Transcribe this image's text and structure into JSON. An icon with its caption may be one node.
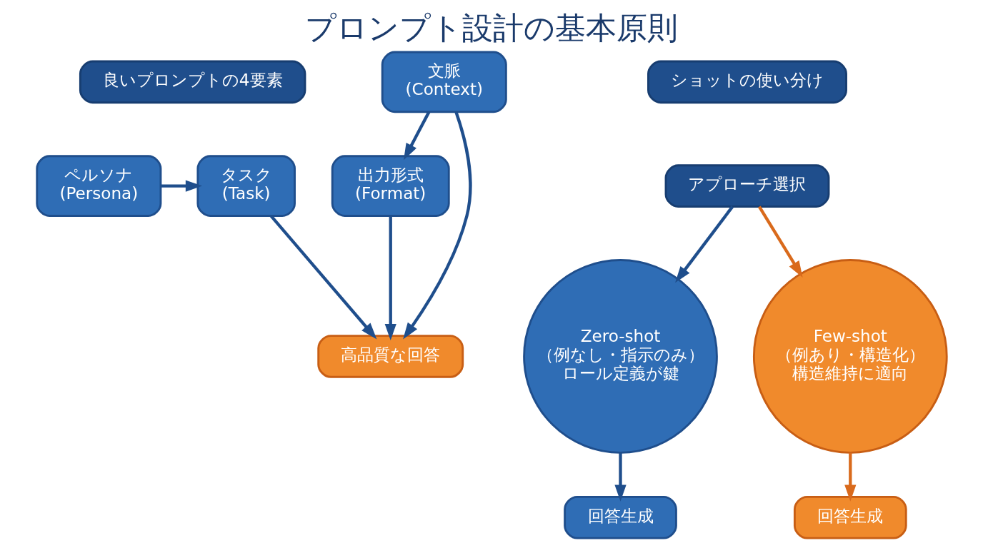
{
  "diagram": {
    "title": "プロンプト設計の基本原則",
    "nodes": [
      {
        "text": [
          "良いプロンプトの4要素"
        ]
      },
      {
        "text": [
          "ペルソナ",
          "(Persona)"
        ]
      },
      {
        "text": [
          "タスク",
          "(Task)"
        ]
      },
      {
        "text": [
          "文脈",
          "(Context)"
        ]
      },
      {
        "text": [
          "出力形式",
          "(Format)"
        ]
      },
      {
        "text": [
          "高品質な回答"
        ]
      },
      {
        "text": [
          "ショットの使い分け"
        ]
      },
      {
        "text": [
          "アプローチ選択"
        ]
      },
      {
        "text": [
          "Zero-shot",
          "（例なし・指示のみ）",
          "ロール定義が鍵"
        ]
      },
      {
        "text": [
          "Few-shot",
          "（例あり・構造化）",
          "構造維持に適向"
        ]
      },
      {
        "text": [
          "回答生成"
        ]
      },
      {
        "text": [
          "回答生成"
        ]
      }
    ],
    "edges": [
      {
        "from": 1,
        "to": 2,
        "arrow": "to"
      },
      {
        "from": 2,
        "to": 5,
        "arrow": "to"
      },
      {
        "from": 3,
        "to": 5,
        "arrow": "to"
      },
      {
        "from": 3,
        "to": 4,
        "arrow": "to"
      },
      {
        "from": 4,
        "to": 5,
        "arrow": "to"
      },
      {
        "from": 7,
        "to": 8,
        "arrow": "to"
      },
      {
        "from": 7,
        "to": 9,
        "arrow": "to",
        "color": "#d96a1c"
      },
      {
        "from": 8,
        "to": 10,
        "arrow": "to"
      },
      {
        "from": 9,
        "to": 11,
        "arrow": "to",
        "color": "#d96a1c"
      }
    ]
  }
}
